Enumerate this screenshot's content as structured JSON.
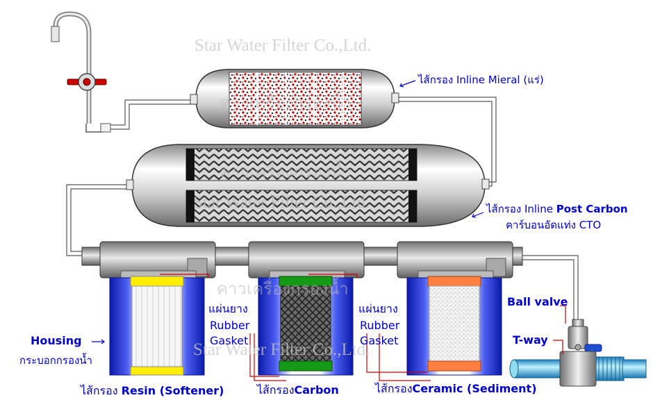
{
  "watermarks": {
    "company_top": "Star Water Filter Co.,Ltd.",
    "company_mid": "Star Water Filter Co.,Ltd.",
    "company_bottom": "Star Water Filter Co.,Ltd.",
    "thai_1": "คาวเครื่องกรองน้ำ",
    "thai_2": "คาวเครื่องกรองน้ำ",
    "thai_3": "คาวเครื่องกรองน้ำ"
  },
  "labels": {
    "mineral": "ไส้กรอง Inline Mieral (แร่)",
    "post_carbon_prefix": "ไส้กรอง Inline ",
    "post_carbon_bold": "Post Carbon",
    "post_carbon_thai": "คาร์บอนอัดแท่ง CTO",
    "housing": "Housing",
    "housing_thai": "กระบอกกรองน้ำ",
    "gasket1_thai": "แผ่นยาง",
    "gasket1_en1": "Rubber",
    "gasket1_en2": "Gasket",
    "gasket2_thai": "แผ่นยาง",
    "gasket2_en1": "Rubber",
    "gasket2_en2": "Gasket",
    "ball_valve": "Ball valve",
    "t_way": "T-way",
    "resin_prefix": "ไส้กรอง ",
    "resin_bold": "Resin (Softener)",
    "carbon_prefix": "ไส้กรอง",
    "carbon_bold": "Carbon",
    "ceramic_prefix": "ไส้กรอง",
    "ceramic_bold": "Ceramic (Sediment)"
  },
  "colors": {
    "label_blue": "#0000cc",
    "leader_red": "#cc0000",
    "housing_blue": "#1f2fd0",
    "resin_yellow": "#ffee00",
    "carbon_green": "#159a15",
    "ceramic_orange": "#ff8040",
    "faucet_handle": "#cc0000",
    "pipe_cyan": "#33c6e8"
  }
}
